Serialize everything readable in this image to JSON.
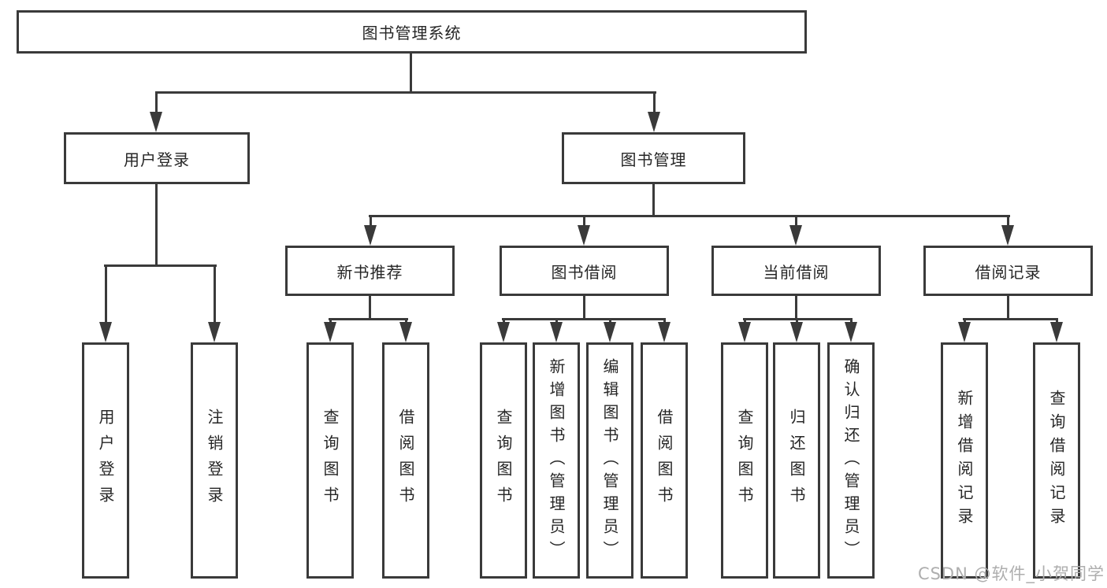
{
  "diagram": {
    "type": "hierarchy-tree",
    "watermark": "CSDN @软件_小贺同学",
    "colors": {
      "line": "#3a3a3a",
      "text": "#262626",
      "watermark": "#aeaeae",
      "background": "#ffffff"
    },
    "tree": {
      "label": "图书管理系统",
      "children": [
        {
          "label": "用户登录",
          "children": [
            {
              "label": "用户登录"
            },
            {
              "label": "注销登录"
            }
          ]
        },
        {
          "label": "图书管理",
          "children": [
            {
              "label": "新书推荐",
              "children": [
                {
                  "label": "查询图书"
                },
                {
                  "label": "借阅图书"
                }
              ]
            },
            {
              "label": "图书借阅",
              "children": [
                {
                  "label": "查询图书"
                },
                {
                  "label": "新增图书（管理员）"
                },
                {
                  "label": "编辑图书（管理员）"
                },
                {
                  "label": "借阅图书"
                }
              ]
            },
            {
              "label": "当前借阅",
              "children": [
                {
                  "label": "查询图书"
                },
                {
                  "label": "归还图书"
                },
                {
                  "label": "确认归还（管理员）"
                }
              ]
            },
            {
              "label": "借阅记录",
              "children": [
                {
                  "label": "新增借阅记录"
                },
                {
                  "label": "查询借阅记录"
                }
              ]
            }
          ]
        }
      ]
    }
  }
}
